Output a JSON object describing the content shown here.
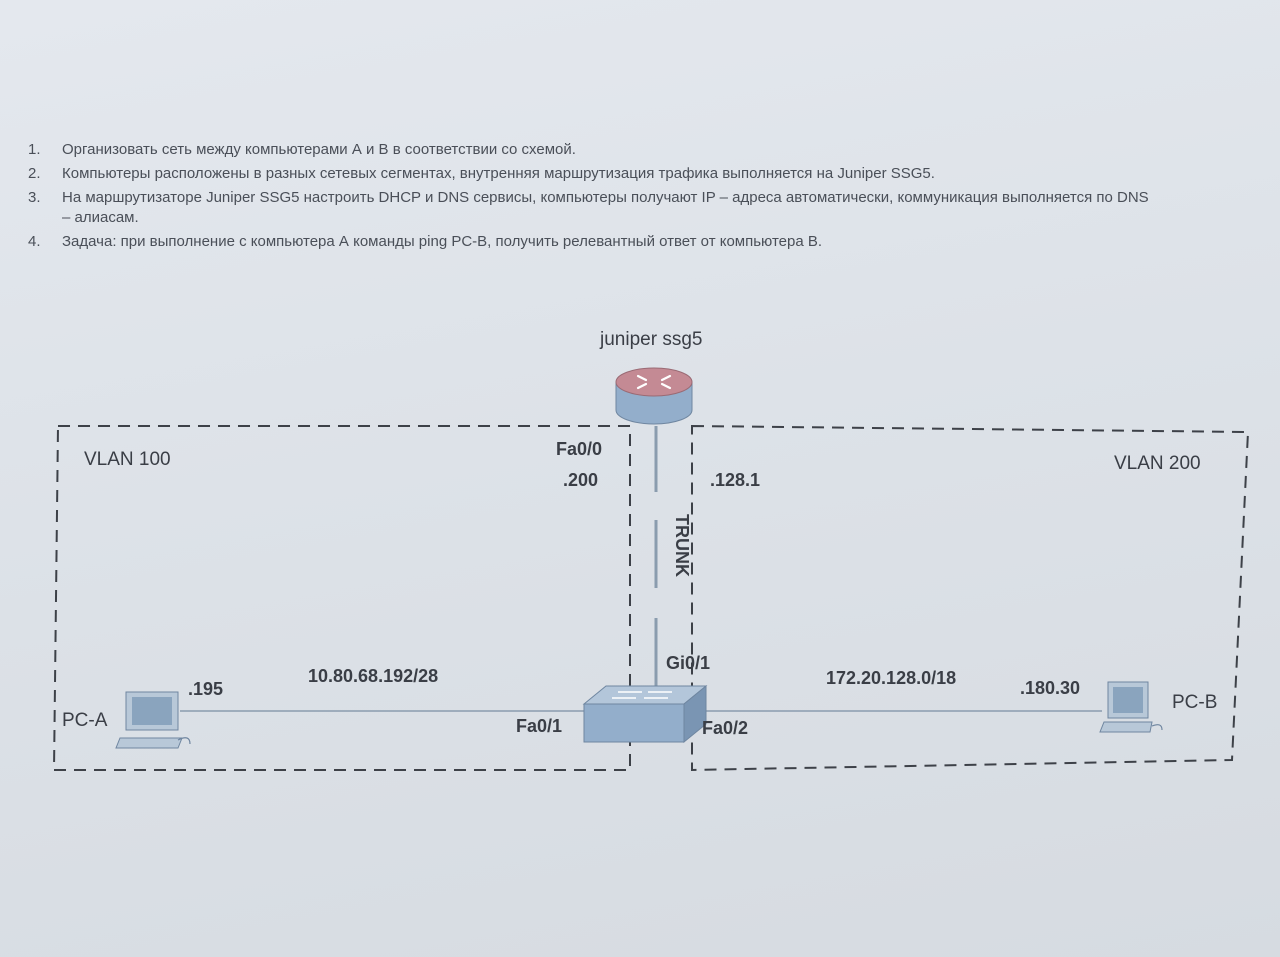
{
  "tasks": [
    {
      "num": "1.",
      "text": "Организовать сеть между компьютерами А и В в соответствии со схемой."
    },
    {
      "num": "2.",
      "text": "Компьютеры расположены в разных сетевых сегментах, внутренняя маршрутизация трафика выполняется на Juniper SSG5."
    },
    {
      "num": "3.",
      "text": "На маршрутизаторе Juniper SSG5 настроить DHCP и DNS сервисы, компьютеры получают IP – адреса автоматически, коммуникация выполняется по DNS – алиасам."
    },
    {
      "num": "4.",
      "text": "Задача:  при выполнение с компьютера А команды ping PC-B, получить релевантный ответ от компьютера В."
    }
  ],
  "diagram": {
    "router_label": "juniper ssg5",
    "vlan_left": "VLAN 100",
    "vlan_right": "VLAN 200",
    "router_port": "Fa0/0",
    "router_ip_left": ".200",
    "router_ip_right": ".128.1",
    "trunk_label": "TRUNK",
    "switch_uplink": "Gi0/1",
    "switch_port_left": "Fa0/1",
    "switch_port_right": "Fa0/2",
    "pc_a_label": "PC-A",
    "pc_a_ip": ".195",
    "pc_b_label": "PC-B",
    "pc_b_ip": ".180.30",
    "net_left": "10.80.68.192/28",
    "net_right": "172.20.128.0/18"
  },
  "colors": {
    "router_top": "#c48a94",
    "router_body": "#93aecb",
    "switch_body": "#93aecb",
    "link": "#8a9cae",
    "dash": "#3d4148"
  }
}
